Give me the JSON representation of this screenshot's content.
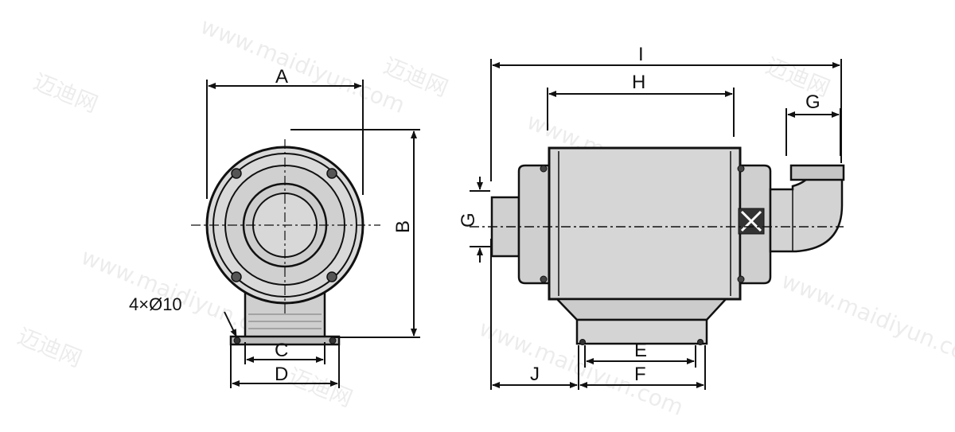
{
  "watermark": {
    "url": "www.maidiyun.com",
    "brand": "迈迪网"
  },
  "front_view": {
    "dim_A": "A",
    "dim_B": "B",
    "dim_C": "C",
    "dim_D": "D",
    "hole_note": "4×Ø10"
  },
  "side_view": {
    "dim_I": "I",
    "dim_H": "H",
    "dim_G_top": "G",
    "dim_G_left": "G",
    "dim_J": "J",
    "dim_E": "E",
    "dim_F": "F"
  },
  "colors": {
    "line": "#111111",
    "body_fill": "#d6d6d6",
    "body_fill_dark": "#c4c4c4",
    "background": "#ffffff"
  }
}
